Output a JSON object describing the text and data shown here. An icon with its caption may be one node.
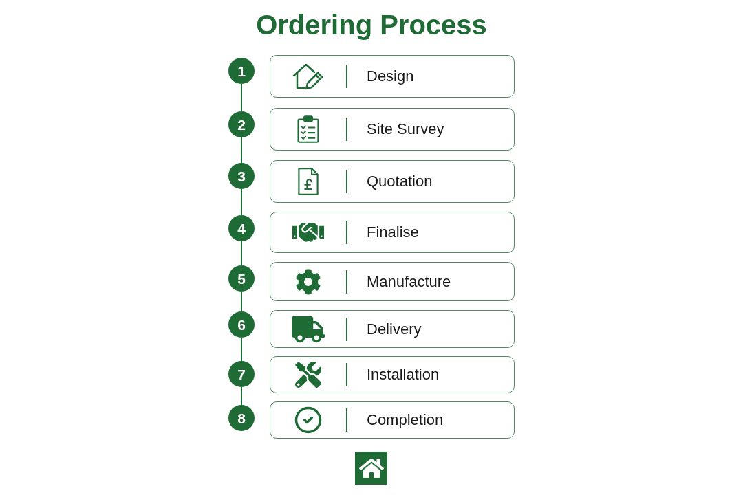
{
  "diagram": {
    "title": "Ordering Process",
    "nodes": [
      {
        "text": [
          "1"
        ]
      },
      {
        "text": [
          "Design"
        ]
      },
      {
        "text": [
          "2"
        ]
      },
      {
        "text": [
          "Site Survey"
        ]
      },
      {
        "text": [
          "3"
        ]
      },
      {
        "text": [
          "Quotation"
        ]
      },
      {
        "text": [
          "4"
        ]
      },
      {
        "text": [
          "Finalise"
        ]
      },
      {
        "text": [
          "5"
        ]
      },
      {
        "text": [
          "Manufacture"
        ]
      },
      {
        "text": [
          "6"
        ]
      },
      {
        "text": [
          "Delivery"
        ]
      },
      {
        "text": [
          "7"
        ]
      },
      {
        "text": [
          "Installation"
        ]
      },
      {
        "text": [
          "8"
        ]
      },
      {
        "text": [
          "Completion"
        ]
      }
    ],
    "edges": [
      {
        "from": 0,
        "to": 2,
        "arrow": "none"
      },
      {
        "from": 2,
        "to": 4,
        "arrow": "none"
      },
      {
        "from": 4,
        "to": 6,
        "arrow": "none"
      },
      {
        "from": 6,
        "to": 8,
        "arrow": "none"
      },
      {
        "from": 8,
        "to": 10,
        "arrow": "none"
      },
      {
        "from": 10,
        "to": 12,
        "arrow": "none"
      },
      {
        "from": 12,
        "to": 14,
        "arrow": "none"
      }
    ]
  }
}
